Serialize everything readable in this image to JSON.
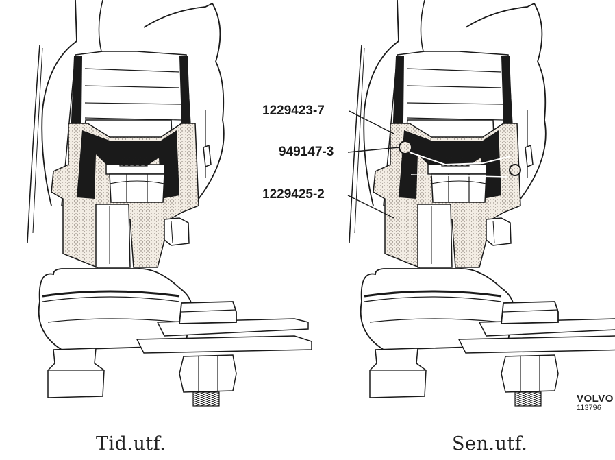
{
  "captions": {
    "left": "Tid.utf.",
    "right": "Sen.utf."
  },
  "callouts": [
    {
      "label": "1229423-7"
    },
    {
      "label": "949147-3"
    },
    {
      "label": "1229425-2"
    }
  ],
  "stamp": {
    "brand": "VOLVO",
    "number": "113796"
  },
  "colors": {
    "ink": "#1a1a1a",
    "stipple_bg": "#f3ede4",
    "stipple_dot": "#7a7068",
    "paper": "#ffffff"
  }
}
